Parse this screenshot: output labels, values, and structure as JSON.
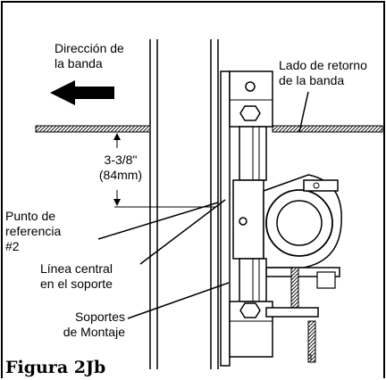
{
  "labels": {
    "direction_line1": "Dirección de",
    "direction_line2": "la banda",
    "return_line1": "Lado de retorno",
    "return_line2": "de la banda",
    "dimension_line1": "3-3/8\"",
    "dimension_line2": "(84mm)",
    "reference_line1": "Punto de",
    "reference_line2": "referencia",
    "reference_line3": "#2",
    "centerline_line1": "Línea central",
    "centerline_line2": "en el soporte",
    "supports_line1": "Soportes",
    "supports_line2": "de Montaje"
  },
  "caption": "Figura 2Jb"
}
